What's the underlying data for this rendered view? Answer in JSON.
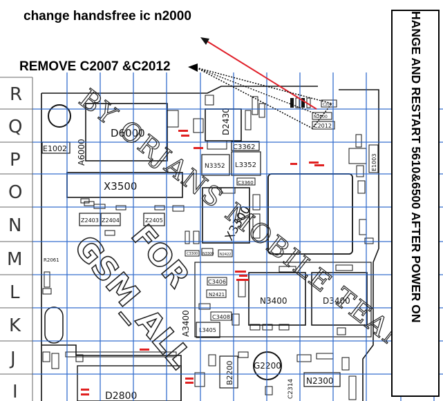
{
  "notes": {
    "change_ic": "change handsfree ic   n2000",
    "remove": "REMOVE C2007 &C2012"
  },
  "side_note": "HANGE AND RESTART 5610&6500 AFTER POWER ON",
  "watermarks": {
    "by_line": "BY ORJANS MOBILE TEAM",
    "gsm": "GSM_ALL",
    "for": "FOR"
  },
  "row_labels": [
    "R",
    "Q",
    "P",
    "O",
    "N",
    "M",
    "L",
    "K",
    "J",
    "I"
  ],
  "components": {
    "d6000": "D6000",
    "d2430": "D2430",
    "e1002": "E1002",
    "a6000": "A6000",
    "c3362": "C3362",
    "n3352": "N3352",
    "l3352": "L3352",
    "x3500": "X3500",
    "x3300": "X3300",
    "c3360": "C3360",
    "z2403": "Z2403",
    "z2404": "Z2404",
    "z2405": "Z2405",
    "n3400": "N3400",
    "d3400": "D3400",
    "c3406": "C3406",
    "n2421": "N2421",
    "c3408": "C3408",
    "a3400": "A3400",
    "l3405": "L3405",
    "r2061": "R2061",
    "g2200": "G2200",
    "b2200": "B2200",
    "n2300": "N2300",
    "d2800": "D2800",
    "c2012": "C2012",
    "n2000": "N2000",
    "c2007": "C2007",
    "e1003": "E1003",
    "c3300": "C3300",
    "n3300": "N3300",
    "n2422": "N2422",
    "c2314": "C2314"
  },
  "colors": {
    "grid_line": "#1f5fc8",
    "arrow_red": "#e0202a",
    "arrow_black": "#000000",
    "marker_red": "#e02020"
  }
}
